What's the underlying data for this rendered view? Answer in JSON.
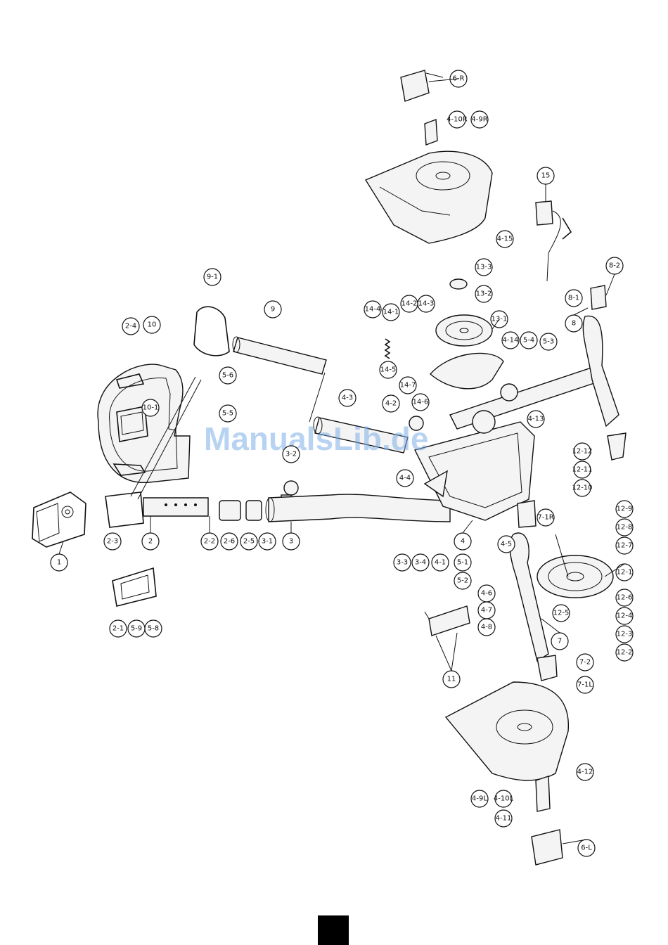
{
  "watermark": "ManualsLib.de",
  "part_labels": [
    "1",
    "2",
    "2-1",
    "2-2",
    "2-3",
    "2-4",
    "2-5",
    "2-6",
    "3",
    "3-1",
    "3-2",
    "3-3",
    "3-4",
    "4",
    "4-1",
    "4-2",
    "4-3",
    "4-4",
    "4-5",
    "4-6",
    "4-7",
    "4-8",
    "4-9L",
    "4-9R",
    "4-10L",
    "4-10R",
    "4-11",
    "4-12",
    "4-13",
    "4-14",
    "4-15",
    "5-1",
    "5-2",
    "5-3",
    "5-4",
    "5-5",
    "5-6",
    "5-8",
    "5-9",
    "6-L",
    "6-R",
    "7",
    "7-1R",
    "7-2",
    "7-1L",
    "8",
    "8-1",
    "8-2",
    "9",
    "9-1",
    "10",
    "10-1",
    "11",
    "12-1",
    "12-2",
    "12-3",
    "12-4",
    "12-5",
    "12-6",
    "12-7",
    "12-8",
    "12-9",
    "12-10",
    "12-11",
    "12-12",
    "13-1",
    "13-2",
    "13-3",
    "14-1",
    "14-2",
    "14-3",
    "14-4",
    "14-5",
    "14-6",
    "14-7",
    "15"
  ]
}
